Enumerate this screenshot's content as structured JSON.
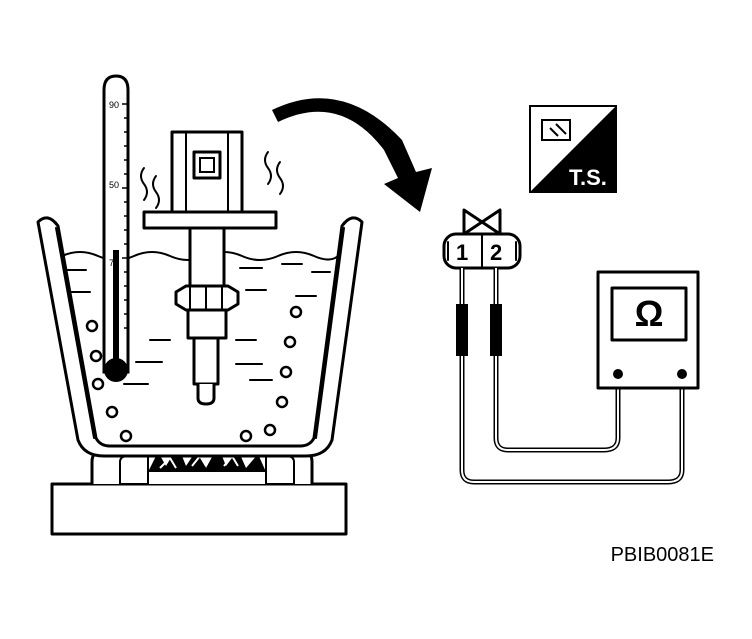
{
  "diagram": {
    "thermometer_marks": [
      "90",
      "50",
      "70"
    ],
    "connector_pins": [
      "1",
      "2"
    ],
    "meter_symbol": "Ω",
    "ts_badge": "T.S.",
    "figure_code": "PBIB0081E"
  }
}
